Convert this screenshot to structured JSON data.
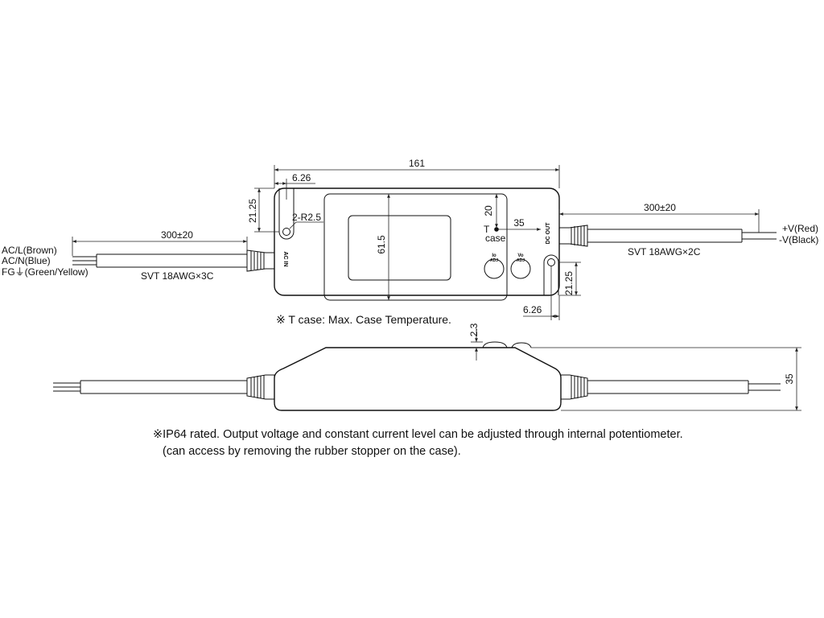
{
  "top_view": {
    "dim_total_length": "161",
    "dim_hole_offset_top": "6.26",
    "dim_height_top": "21.25",
    "dim_hole_radius": "2-R2.5",
    "dim_ac_cable_length": "300±20",
    "dim_dc_cable_length": "300±20",
    "dim_center_height": "61.5",
    "dim_tcase_from_top": "20",
    "dim_tcase_from_right": "35",
    "dim_height_bottom": "21.25",
    "dim_hole_offset_bottom": "6.26",
    "tcase_label_line1": "T",
    "tcase_label_line2": "case",
    "ac_in_label": "AC IN",
    "dc_out_label": "DC OUT",
    "io_adj_label_top": "Io",
    "io_adj_label_bottom": "ADJ",
    "vo_adj_label_top": "Vo",
    "vo_adj_label_bottom": "ADJ",
    "wire_ac_l": "AC/L(Brown)",
    "wire_ac_n": "AC/N(Blue)",
    "wire_fg": "FG⏚(Green/Yellow)",
    "wire_pos": "+V(Red)",
    "wire_neg": "-V(Black)",
    "ac_cable_spec": "SVT 18AWG×3C",
    "dc_cable_spec": "SVT 18AWG×2C",
    "tcase_note": "※ T case: Max. Case Temperature."
  },
  "side_view": {
    "dim_height": "35",
    "dim_knob_height": "2.3"
  },
  "notes": {
    "line1": "※IP64 rated. Output voltage and constant current level can be adjusted through internal potentiometer.",
    "line2": "(can access by removing the rubber stopper on the case)."
  }
}
